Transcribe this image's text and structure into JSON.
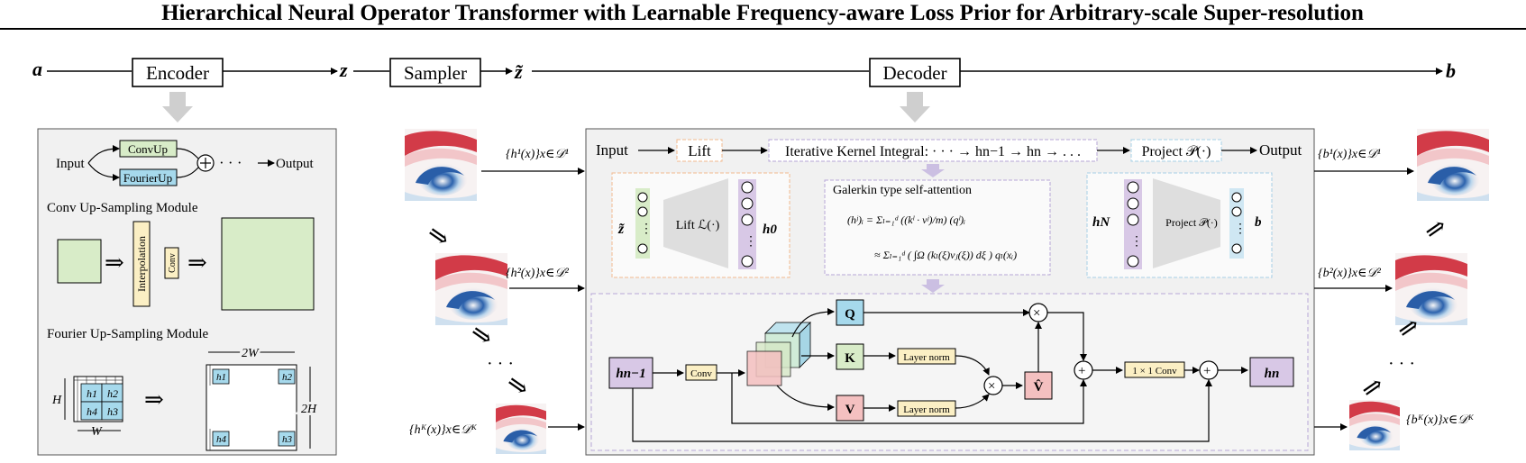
{
  "title": "Hierarchical Neural Operator Transformer with Learnable Frequency-aware Loss Prior for Arbitrary-scale Super-resolution",
  "pipeline": {
    "input": "a",
    "encoder": "Encoder",
    "latent": "z",
    "sampler": "Sampler",
    "sampled": "z̃",
    "decoder": "Decoder",
    "output": "b"
  },
  "encoder_panel": {
    "input": "Input",
    "convup": "ConvUp",
    "fourierup": "FourierUp",
    "plus": "+",
    "dots": "· · ·",
    "output": "Output",
    "conv_title": "Conv Up-Sampling Module",
    "interpolation": "Interpolation",
    "conv": "Conv",
    "fourier_title": "Fourier Up-Sampling Module",
    "h1": "h1",
    "h2": "h2",
    "h3": "h3",
    "h4": "h4",
    "H": "H",
    "W": "W",
    "twoW": "2W",
    "twoH": "2H"
  },
  "left_labels": {
    "h1": "{h¹(x)}x∈𝒟¹",
    "h2": "{h²(x)}x∈𝒟²",
    "hK": "{hᴷ(x)}x∈𝒟ᴷ",
    "dots": "· · ·"
  },
  "right_labels": {
    "b1": "{b¹(x)}x∈𝒟¹",
    "b2": "{b²(x)}x∈𝒟²",
    "bK": "{bᴷ(x)}x∈𝒟ᴷ",
    "dots": "· · ·"
  },
  "decoder_panel": {
    "input": "Input",
    "lift": "Lift",
    "iterative": "Iterative Kernel Integral: · · · → hn−1 → hn → . . .",
    "project": "Project 𝒫(·)",
    "output": "Output",
    "lift_box": {
      "z": "z̃",
      "label": "Lift ℒ(·)",
      "h0": "h0"
    },
    "galerkin_title": "Galerkin type self-attention",
    "eq1": "(hʲ)ᵢ = Σₗ₌₁ᵈ ((kˡ · vʲ)/m) (qˡ)ᵢ",
    "eq2": "≈ Σₗ₌₁ᵈ ( ∫Ω (kₗ(ξ)vⱼ(ξ)) dξ ) qₗ(xᵢ)",
    "project_box": {
      "hN": "hN",
      "label": "Project 𝒫(·)",
      "b": "b"
    },
    "hn1": "hn−1",
    "conv": "Conv",
    "Q": "Q",
    "K": "K",
    "V": "V",
    "layernorm": "Layer norm",
    "vhat": "V̂",
    "conv1x1": "1 × 1 Conv",
    "hn": "hn",
    "times": "×",
    "plus": "+"
  },
  "colors": {
    "green": "#d8ecc8",
    "blue": "#a6d9ec",
    "yellow": "#fbefc4",
    "purple": "#d8c8e6",
    "pink": "#f4c0c0",
    "panel": "#f1f1f1",
    "orange_dash": "#f2b98e",
    "purple_dash": "#b6a6d6",
    "blue_dash": "#a6d0e6"
  }
}
